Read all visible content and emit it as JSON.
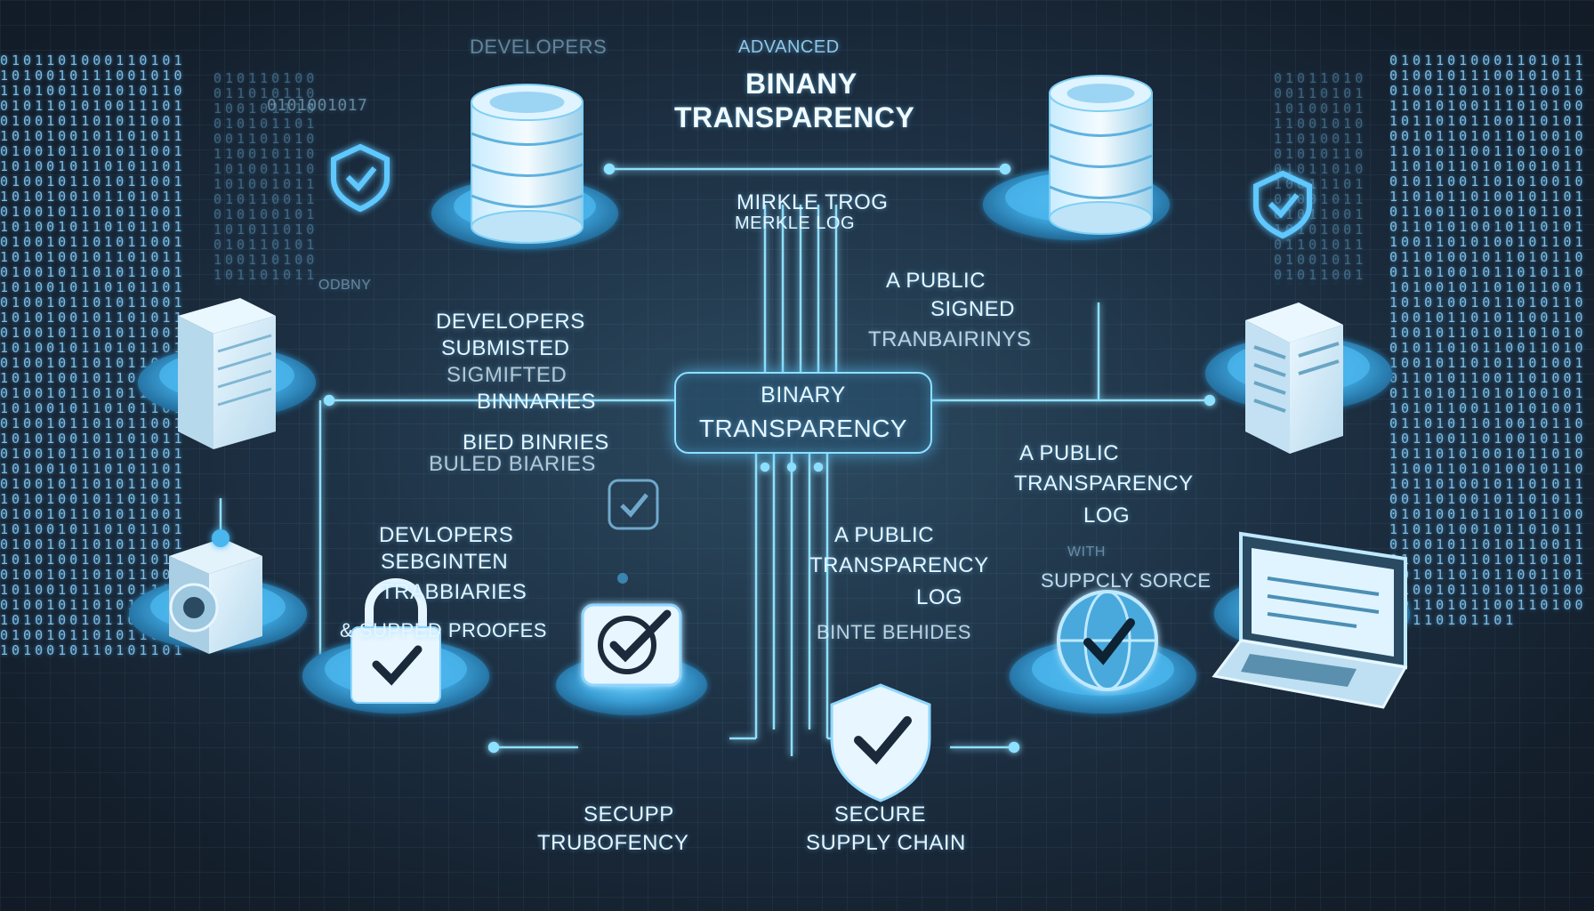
{
  "header": {
    "ghost_left": "DEVELOPERS",
    "eyebrow": "ADVANCED",
    "title_line1": "BINANY",
    "title_line2": "TRANSPARENCY"
  },
  "merkle": {
    "line1": "MIRKLE TROG",
    "line2": "MERKLE LOG"
  },
  "hub": {
    "line1": "BINARY",
    "line2": "TRANSPARENCY"
  },
  "labels": {
    "dev_submitted": [
      "DEVELOPERS",
      "SUBMISTED",
      "SIGMIFTED",
      "BINNARIES"
    ],
    "build": [
      "BIED BINRIES",
      "BULED BIARIES"
    ],
    "odd": "ODBNY",
    "bin_str": "0101001017",
    "dev_seg": [
      "DEVLOPERS",
      "SEBGINTEN",
      "TRABBIARIES",
      "& SUPPED PROOFES"
    ],
    "public_signed": [
      "A PUBLIC",
      "SIGNED",
      "TRANBAIRINYS"
    ],
    "public_log_center": [
      "A PUBLIC",
      "TRANSPARENCY",
      "LOG"
    ],
    "binte": "BINTE BEHIDES",
    "public_log_right": [
      "A PUBLIC",
      "TRANSPARENCY",
      "LOG"
    ],
    "with": "WITH",
    "supply_source": "SUPPCLY SORCE",
    "secure_left": [
      "SECUPP",
      "TRUBOFENCY"
    ],
    "secure_right": [
      "SECURE",
      "SUPPLY CHAIN"
    ]
  },
  "binary_stream": "0101101000110101101001011100101011010011010101100101101010011101010010110101100110101001011010110100101101011001101001011010110101001011010110011010100101101011010010110101100110100101101011010100101101011001101010010110101101001011010110011010010110101101010010110101100110101001011010110100101101011001101001011010110101001011010110011010100101101011010010110101100110100101101011010100101101011001101010010110101101001011010110011010010110101101010010110101100110101001011010110100101101011001101001011010110101001011010110011010100101101011010010110101100110100101101011010100101101011001101010010110101101001011010110011010010110101101",
  "icons": [
    "database-icon",
    "database-icon",
    "document-stack-icon",
    "document-stack-icon",
    "gear-box-icon",
    "padlock-check-icon",
    "check-circle-icon",
    "shield-check-icon",
    "globe-check-icon",
    "laptop-icon",
    "shield-check-icon"
  ],
  "colors": {
    "accent": "#5fc8ff",
    "glow": "#8ee0ff",
    "background": "#1a2a3a"
  }
}
